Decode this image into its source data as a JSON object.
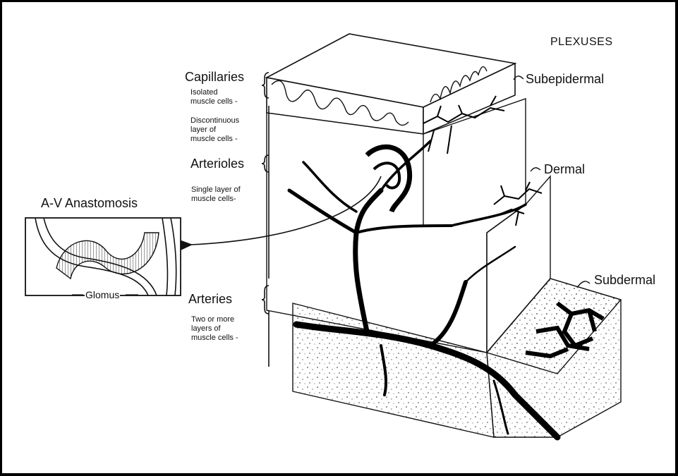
{
  "labels": {
    "plexuses": "PLEXUSES",
    "capillaries": "Capillaries",
    "isolated": "Isolated\nmuscle cells -",
    "discontinuous": "Discontinuous\nlayer of\nmuscle cells -",
    "arterioles": "Arterioles",
    "single_layer": "Single layer of\nmuscle cells-",
    "av_anastomosis": "A-V Anastomosis",
    "glomus": "Glomus",
    "arteries": "Arteries",
    "two_or_more": "Two or more\nlayers of\nmuscle cells -",
    "subepidermal": "Subepidermal",
    "dermal": "Dermal",
    "subdermal": "Subdermal"
  }
}
